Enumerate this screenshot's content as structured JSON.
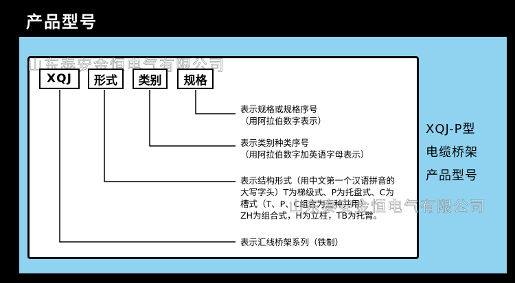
{
  "header": {
    "title": "产品型号"
  },
  "code_boxes": {
    "xqj": "XQJ",
    "form": "形式",
    "category": "类别",
    "spec": "规格"
  },
  "descriptions": {
    "spec": [
      "表示规格或规格序号",
      "（用阿拉伯数字表示）"
    ],
    "category": [
      "表示类别种类序号",
      "（用阿拉伯数字加英语字母表示）"
    ],
    "form": [
      "表示结构形式（用中文第一个汉语拼音的",
      "大写字头）T为梯级式、P为托盘式、C为",
      "槽式（T、P、C组合为三种共用）",
      "ZH为组合式，H为立柱，TB为托臂。"
    ],
    "material": "表示汇线桥架系列（铁制）"
  },
  "side_caption": [
    "XQJ-P型",
    "电缆桥架",
    "产品型号"
  ],
  "watermark": "山东泰安金恒电气有限公司",
  "colors": {
    "panel": "#8fd3f1",
    "background": "#000000",
    "card": "#ffffff"
  }
}
